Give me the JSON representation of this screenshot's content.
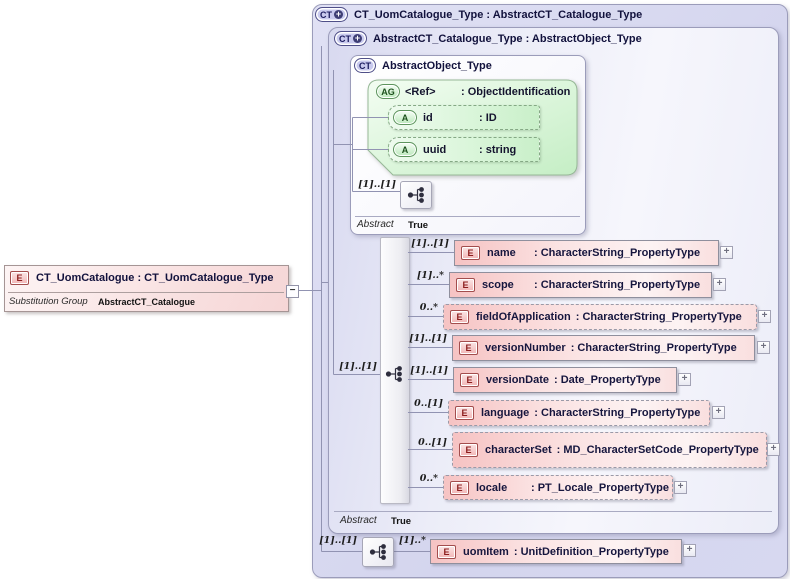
{
  "icons": {
    "expand": "+",
    "collapse": "−",
    "ct_plus": "+"
  },
  "badges": {
    "element": "E"
  },
  "root_element": {
    "badge": "E",
    "title": "CT_UomCatalogue : CT_UomCatalogue_Type",
    "footer_label": "Substitution Group",
    "footer_value": "AbstractCT_Catalogue"
  },
  "outer_type": {
    "badge": "CT",
    "title": "CT_UomCatalogue_Type : AbstractCT_Catalogue_Type"
  },
  "base_type": {
    "badge": "CT",
    "title": "AbstractCT_Catalogue_Type : AbstractObject_Type",
    "abstract_label": "Abstract",
    "abstract_value": "True"
  },
  "object_type": {
    "badge": "CT",
    "title": "AbstractObject_Type",
    "abstract_label": "Abstract",
    "abstract_value": "True",
    "sequence_cardinality": "[1]..[1]"
  },
  "attr_group": {
    "badge": "AG",
    "name": "<Ref>",
    "type": ": ObjectIdentification",
    "attributes": [
      {
        "badge": "A",
        "name": "id",
        "type": ": ID"
      },
      {
        "badge": "A",
        "name": "uuid",
        "type": ": string"
      }
    ]
  },
  "content_sequence": {
    "cardinality": "[1]..[1]",
    "elements": [
      {
        "cardinality": "[1]..[1]",
        "name": "name",
        "type": ": CharacterString_PropertyType"
      },
      {
        "cardinality": "[1]..*",
        "name": "scope",
        "type": ": CharacterString_PropertyType"
      },
      {
        "cardinality": "0..*",
        "name": "fieldOfApplication",
        "type": ": CharacterString_PropertyType"
      },
      {
        "cardinality": "[1]..[1]",
        "name": "versionNumber",
        "type": ": CharacterString_PropertyType"
      },
      {
        "cardinality": "[1]..[1]",
        "name": "versionDate",
        "type": ": Date_PropertyType"
      },
      {
        "cardinality": "0..[1]",
        "name": "language",
        "type": ": CharacterString_PropertyType"
      },
      {
        "cardinality": "0..[1]",
        "name": "characterSet",
        "type": ": MD_CharacterSetCode_PropertyType"
      },
      {
        "cardinality": "0..*",
        "name": "locale",
        "type": ": PT_Locale_PropertyType"
      }
    ]
  },
  "uom_sequence": {
    "cardinality": "[1]..[1]",
    "element": {
      "cardinality": "[1]..*",
      "name": "uomItem",
      "type": ": UnitDefinition_PropertyType"
    }
  }
}
